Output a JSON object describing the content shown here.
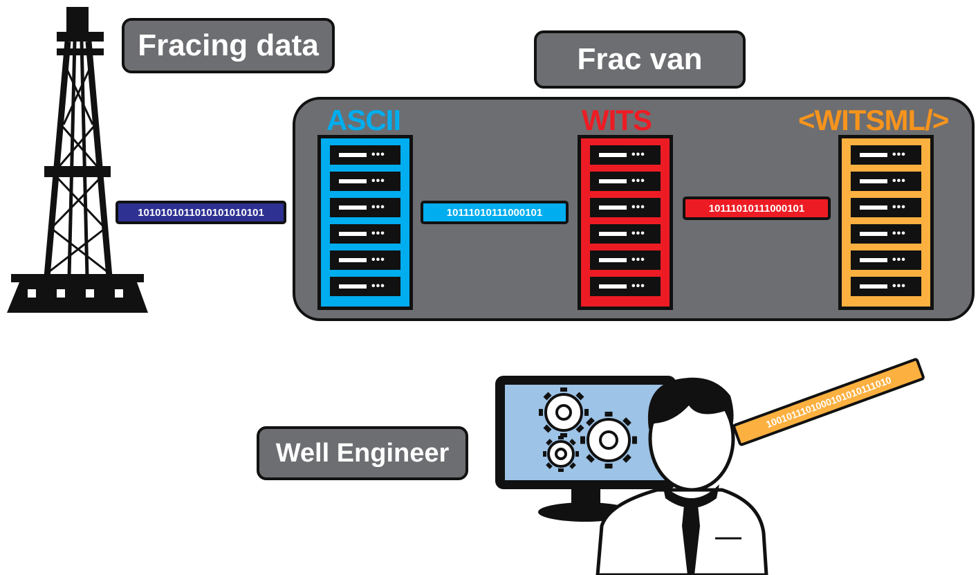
{
  "labels": {
    "fracing_data": "Fracing data",
    "frac_van": "Frac van",
    "well_engineer": "Well Engineer"
  },
  "racks": [
    {
      "title": "ASCII",
      "color": "#00adee"
    },
    {
      "title": "WITS",
      "color": "#ed1c24"
    },
    {
      "title": "<WITSML/>",
      "color": "#fbb040"
    }
  ],
  "data_strips": {
    "raw": "1010101011010101010101",
    "ascii": "10111010111000101",
    "wits": "10111010111000101",
    "witsml": "1001011101000101010111010"
  },
  "slot_dots": "•••",
  "colors": {
    "panel_gray": "#6d6e71",
    "raw_strip": "#2e3192",
    "monitor_screen": "#9dc3e6"
  },
  "icons": [
    "oil-rig-icon",
    "server-rack-icon",
    "monitor-icon",
    "gears-icon",
    "engineer-person-icon"
  ]
}
